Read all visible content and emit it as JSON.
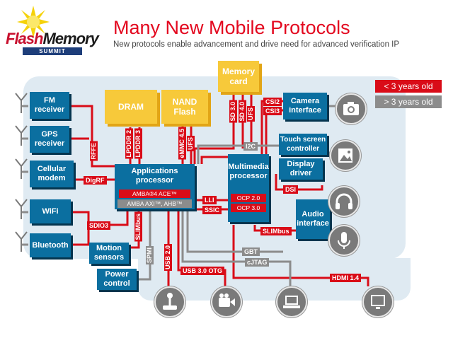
{
  "header": {
    "title": "Many New Mobile Protocols",
    "subtitle": "New protocols enable advancement and drive need for advanced verification IP"
  },
  "logo": {
    "flash": "Flash",
    "memory": "Memory",
    "summit": "SUMMIT"
  },
  "legend": {
    "recent": "< 3 years old",
    "older": "> 3 years old"
  },
  "blocks": {
    "fm": "FM receiver",
    "gps": "GPS receiver",
    "cellular": "Cellular modem",
    "wifi": "WiFi",
    "bluetooth": "Bluetooth",
    "motion": "Motion sensors",
    "power": "Power control",
    "dram": "DRAM",
    "nand": "NAND Flash",
    "memcard": "Memory card",
    "app_title": "Applications processor",
    "app_bus1": "AMBA®4 ACE™",
    "app_bus2": "AMBA AXI™, AHB™",
    "mm_title": "Multimedia processor",
    "mm_bus1": "OCP 2.0",
    "mm_bus2": "OCP 3.0",
    "camera": "Camera interface",
    "touch": "Touch screen controller",
    "display": "Display driver",
    "audio": "Audio interface"
  },
  "links": {
    "rffe": "RFFE",
    "digrf": "DigRF",
    "sdio3": "SDIO3",
    "slimbus1": "SLIMbus",
    "spmi": "SPMI",
    "usb20": "USB 2.0",
    "usb30otg": "USB 3.0 OTG",
    "lpddr2": "LPDDR 2",
    "lpddr3": "LPDDR 3",
    "emmc": "eMMC 4.5",
    "ufs1": "UFS",
    "sd30": "SD 3.0",
    "sd40": "SD 4.0",
    "ufs2": "UFS",
    "csi2": "CSI2",
    "csi3": "CSI3",
    "i2c": "I2C",
    "dsi": "DSI",
    "lli": "LLI",
    "ssic": "SSIC",
    "slimbus2": "SLIMbus",
    "gbt": "GBT",
    "cjtag": "cJTAG",
    "hdmi": "HDMI 1.4"
  },
  "colors": {
    "block": "#0b6fa0",
    "memory": "#f7c93a",
    "new_link": "#d90c18",
    "old_link": "#8c8c8c",
    "title": "#e3081f"
  },
  "icons": [
    "antenna-icon",
    "camera-icon",
    "image-icon",
    "headphones-icon",
    "microphone-icon",
    "joystick-icon",
    "video-camera-icon",
    "laptop-icon",
    "tv-icon"
  ]
}
